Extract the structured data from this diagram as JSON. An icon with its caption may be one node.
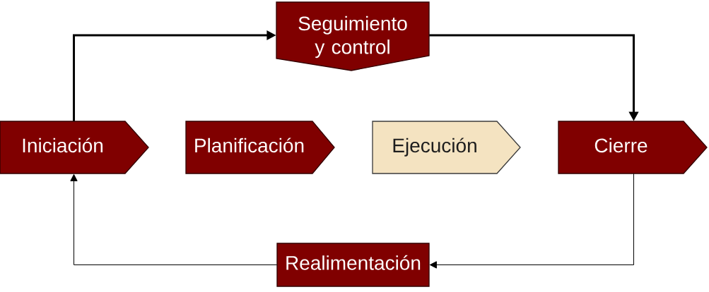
{
  "diagram": {
    "nodes": [
      {
        "text": [
          "Seguimiento y control"
        ]
      },
      {
        "text": [
          "Iniciación"
        ]
      },
      {
        "text": [
          "Planificación"
        ]
      },
      {
        "text": [
          "Ejecución"
        ]
      },
      {
        "text": [
          "Cierre"
        ]
      },
      {
        "text": [
          "Realimentación"
        ]
      }
    ],
    "edges": [
      {
        "from": 1,
        "to": 0,
        "arrow": "to",
        "style": "thick"
      },
      {
        "from": 0,
        "to": 4,
        "arrow": "to",
        "style": "thick"
      },
      {
        "from": 4,
        "to": 5,
        "arrow": "to"
      },
      {
        "from": 5,
        "to": 1,
        "arrow": "to"
      }
    ]
  }
}
